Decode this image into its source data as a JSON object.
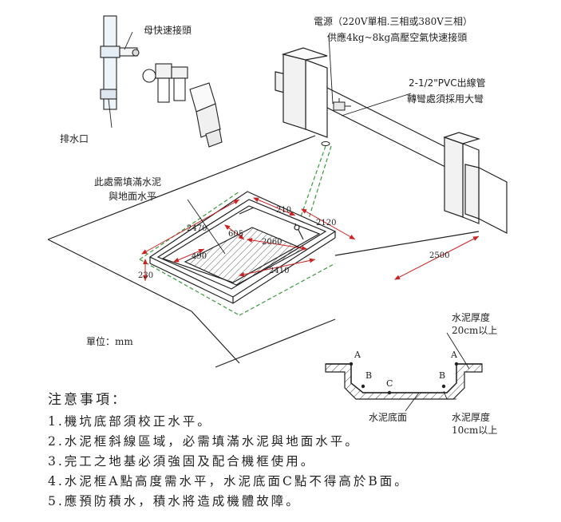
{
  "labels": {
    "power_line1": "電源（220V單相.三相或380V三相）",
    "power_line2": "供應4kg~8kg高壓空氣快速接頭",
    "pvc_line1": "2-1/2\"PVC出線管",
    "pvc_line2": "轉彎處須採用大彎",
    "female_connector": "母快速接頭",
    "drain": "排水口",
    "cement_fill_line1": "此處需填滿水泥",
    "cement_fill_line2": "與地面水平",
    "unit": "單位：mm",
    "cement_thick_20_line1": "水泥厚度",
    "cement_thick_20_line2": "20cm以上",
    "cement_thick_10_line1": "水泥厚度",
    "cement_thick_10_line2": "10cm以上",
    "cement_bottom": "水泥底面",
    "point_a": "A",
    "point_b": "B",
    "point_c": "C"
  },
  "dimensions": {
    "d210": "210",
    "d2470": "2470",
    "d605": "605",
    "d2120": "2120",
    "d2060": "2060",
    "d490": "490",
    "d2410": "2410",
    "d230": "230",
    "d2500": "2500"
  },
  "notes": {
    "title": "注意事項：",
    "items": [
      "1.機坑底部須校正水平。",
      "2.水泥框斜線區域，必需填滿水泥與地面水平。",
      "3.完工之地基必須強固及配合機框使用。",
      "4.水泥框A點高度需水平，水泥底面C點不得高於B面。",
      "5.應預防積水，積水將造成機體故障。"
    ]
  },
  "colors": {
    "line": "#222222",
    "dimension": "#cc2222",
    "guide": "#3a9a3a",
    "hatch": "#555555"
  }
}
